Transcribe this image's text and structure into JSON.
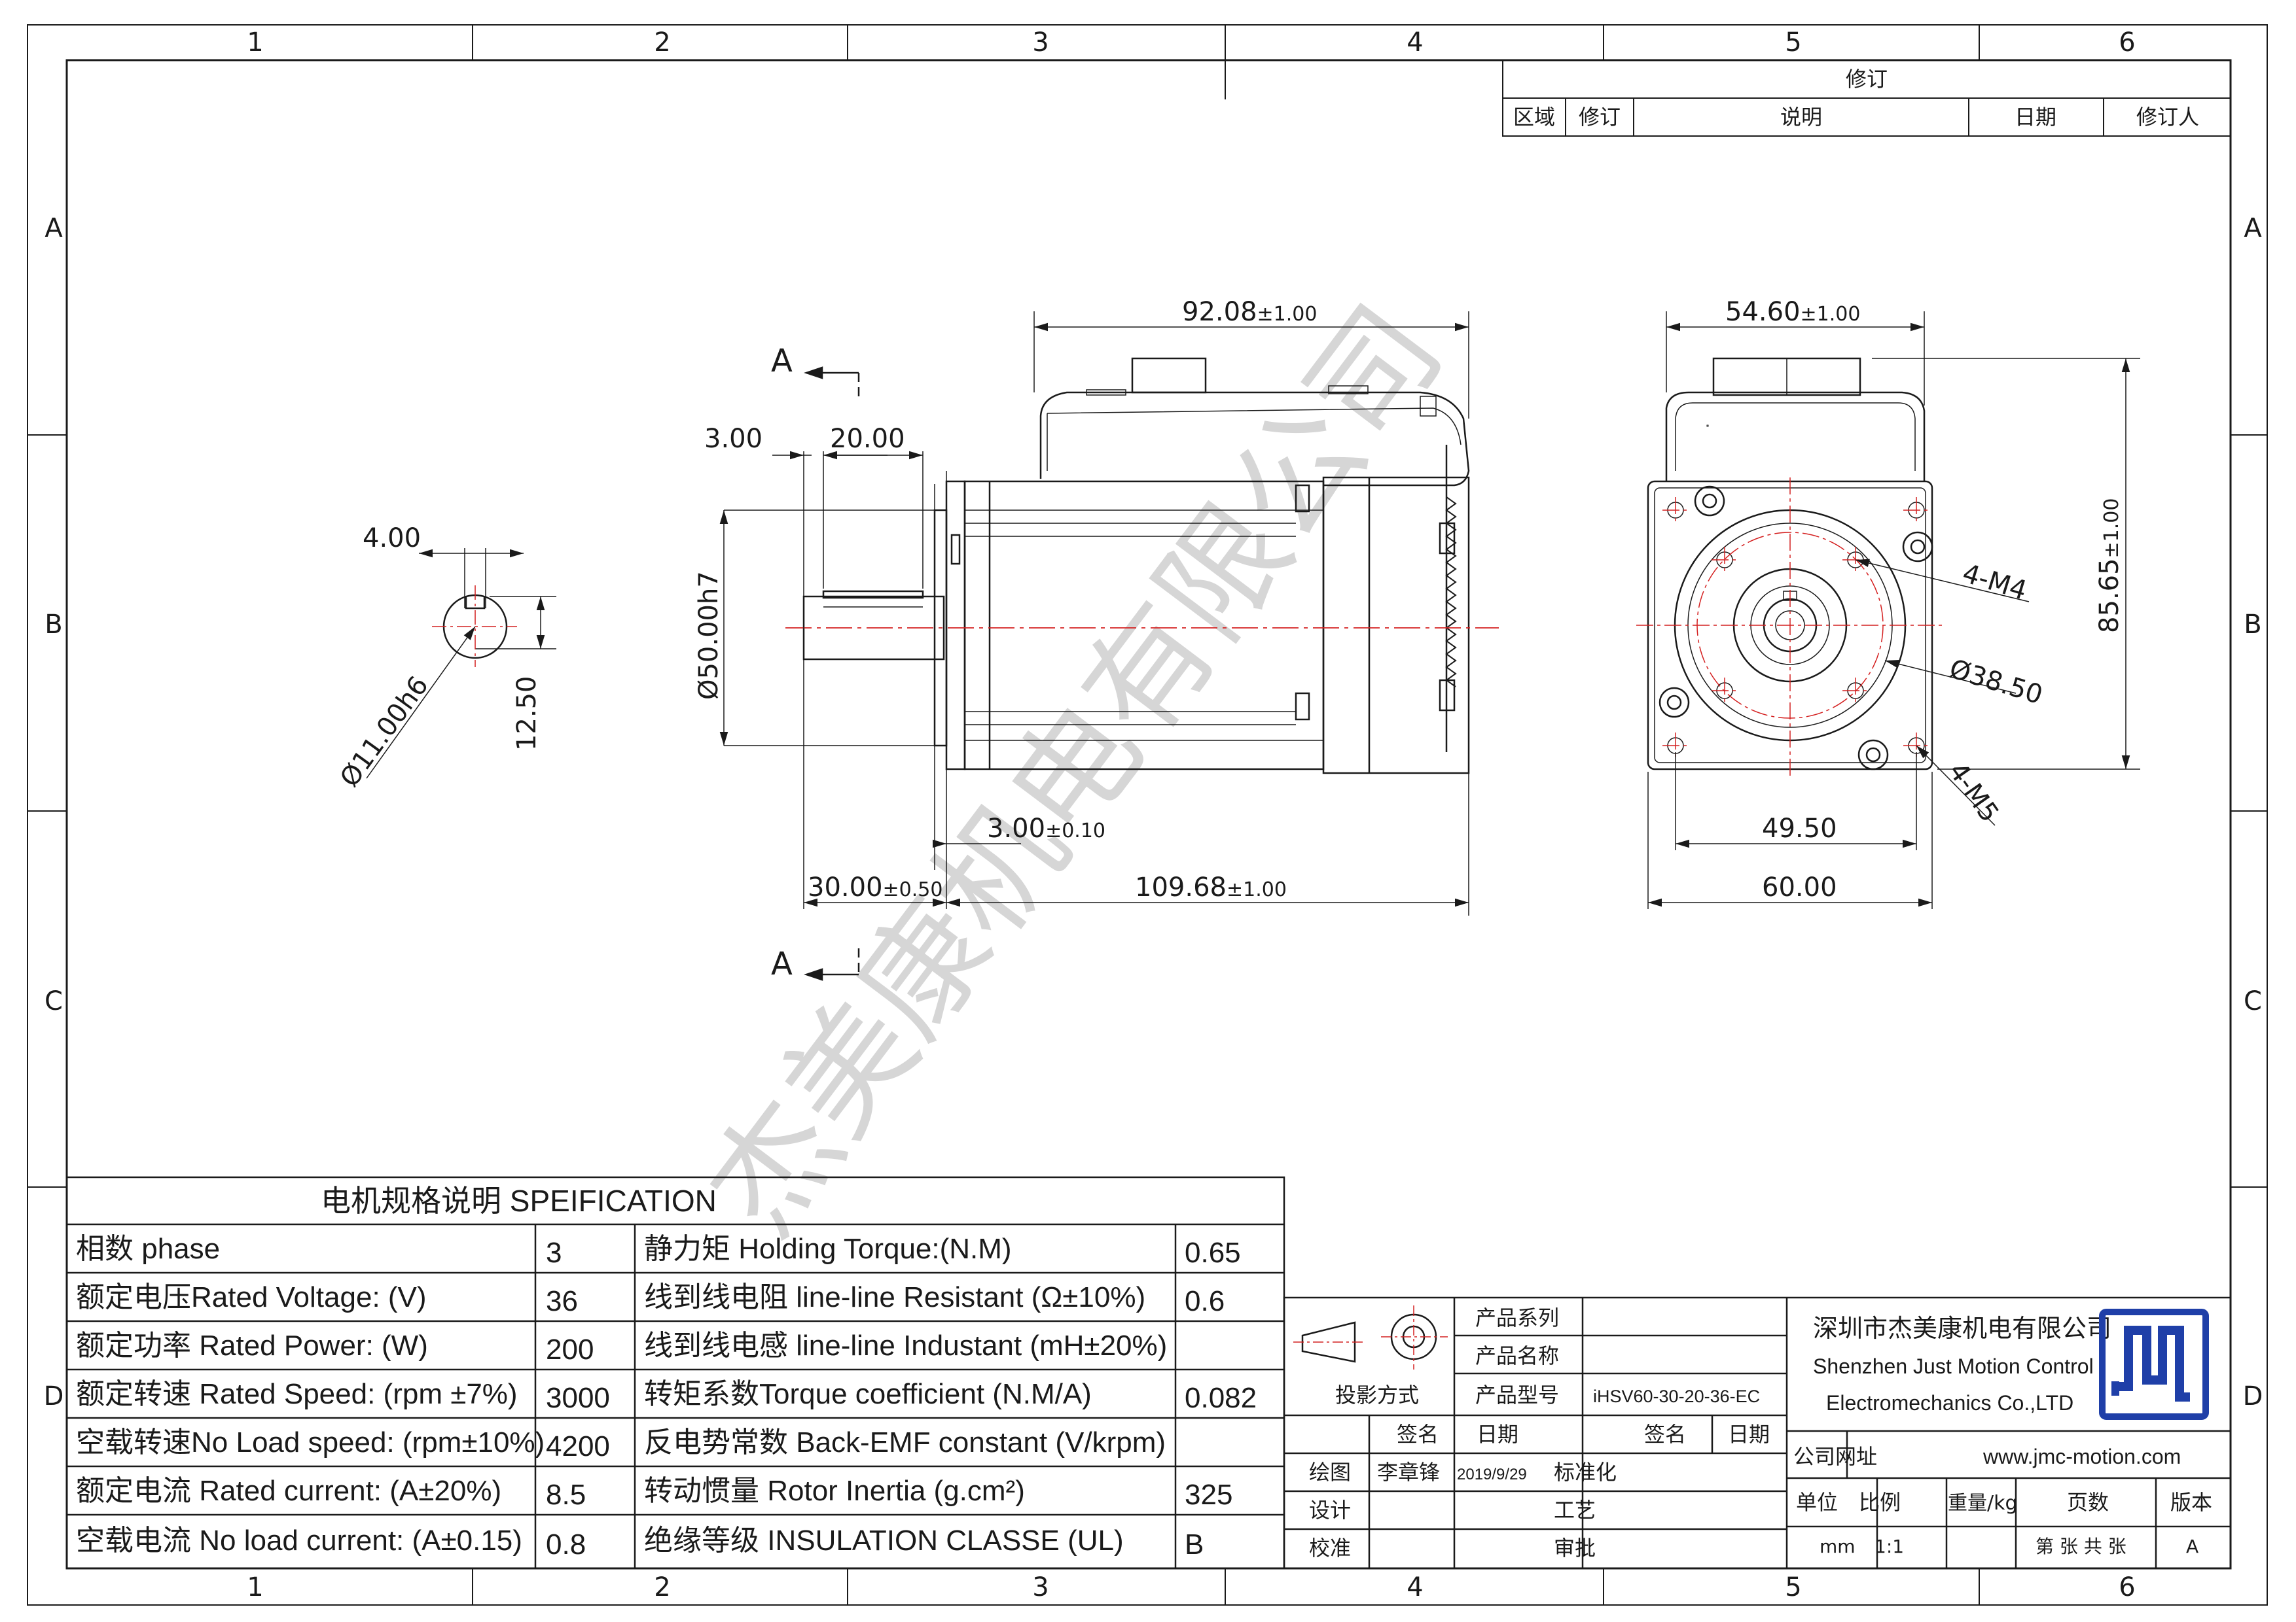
{
  "zones": {
    "columns": [
      "1",
      "2",
      "3",
      "4",
      "5",
      "6"
    ],
    "rows": [
      "A",
      "B",
      "C",
      "D"
    ]
  },
  "revision": {
    "title": "修订",
    "headers": [
      "区域",
      "修订",
      "说明",
      "日期",
      "修订人"
    ]
  },
  "dimensions": {
    "width_top": "92.08",
    "width_top_tol": "±1.00",
    "flange_width": "54.60",
    "flange_width_tol": "±1.00",
    "height_right": "85.65",
    "height_right_tol": "±1.00",
    "key_width": "4.00",
    "shaft_dia": "Ø11.00h6",
    "key_height": "12.50",
    "flange_thick": "3.00",
    "key_length": "20.00",
    "pilot_dia": "Ø50.00h7",
    "pilot_depth": "3.00",
    "pilot_depth_tol": "±0.10",
    "shaft_len": "30.00",
    "shaft_len_tol": "±0.50",
    "body_len": "109.68",
    "body_len_tol": "±1.00",
    "bolt_circle": "Ø38.50",
    "holes_m4": "4-M4",
    "holes_m5": "4-M5",
    "hole_span": "49.50",
    "flange_size": "60.00",
    "section_label": "A"
  },
  "watermark": "杰美康机电有限公司",
  "spec": {
    "title": "电机规格说明 SPEIFICATION",
    "rows": [
      {
        "l": "相数 phase",
        "lv": "3",
        "r": "静力矩 Holding Torque:(N.M)",
        "rv": "0.65"
      },
      {
        "l": "额定电压Rated Voltage: (V)",
        "lv": "36",
        "r": "线到线电阻 line-line Resistant (Ω±10%)",
        "rv": "0.6"
      },
      {
        "l": "额定功率 Rated Power: (W)",
        "lv": "200",
        "r": "线到线电感 line-line Industant (mH±20%)",
        "rv": ""
      },
      {
        "l": "额定转速 Rated Speed: (rpm ±7%)",
        "lv": "3000",
        "r": "转矩系数Torque coefficient (N.M/A)",
        "rv": "0.082"
      },
      {
        "l": "空载转速No Load speed: (rpm±10%)",
        "lv": "4200",
        "r": "反电势常数 Back-EMF constant (V/krpm)",
        "rv": ""
      },
      {
        "l": "额定电流 Rated current: (A±20%)",
        "lv": "8.5",
        "r": "转动惯量 Rotor Inertia (g.cm²)",
        "rv": "325"
      },
      {
        "l": "空载电流 No load current: (A±0.15)",
        "lv": "0.8",
        "r": "绝缘等级 INSULATION CLASSE (UL)",
        "rv": "B"
      }
    ]
  },
  "titleblock": {
    "series_label": "产品系列",
    "name_label": "产品名称",
    "model_label": "产品型号",
    "model_value": "iHSV60-30-20-36-EC",
    "projection": "投影方式",
    "sign": "签名",
    "date": "日期",
    "draw": "绘图",
    "drawer": "李章锋",
    "draw_date": "2019/9/29",
    "standard": "标准化",
    "design": "设计",
    "process": "工艺",
    "check": "校准",
    "approve": "审批",
    "company_cn": "深圳市杰美康机电有限公司",
    "company_en1": "Shenzhen Just Motion Control",
    "company_en2": "Electromechanics Co.,LTD",
    "website_label": "公司网址",
    "website": "www.jmc-motion.com",
    "unit_label": "单位",
    "ratio_label": "比例",
    "weight_label": "重量/kg",
    "pages_label": "页数",
    "version_label": "版本",
    "unit": "mm",
    "ratio": "1:1",
    "pages": "第 张 共 张",
    "version": "A"
  },
  "colors": {
    "line": "#1a1a1a",
    "center": "#d42020",
    "logo": "#1f3fa8",
    "watermark": "#c8c8c8"
  }
}
